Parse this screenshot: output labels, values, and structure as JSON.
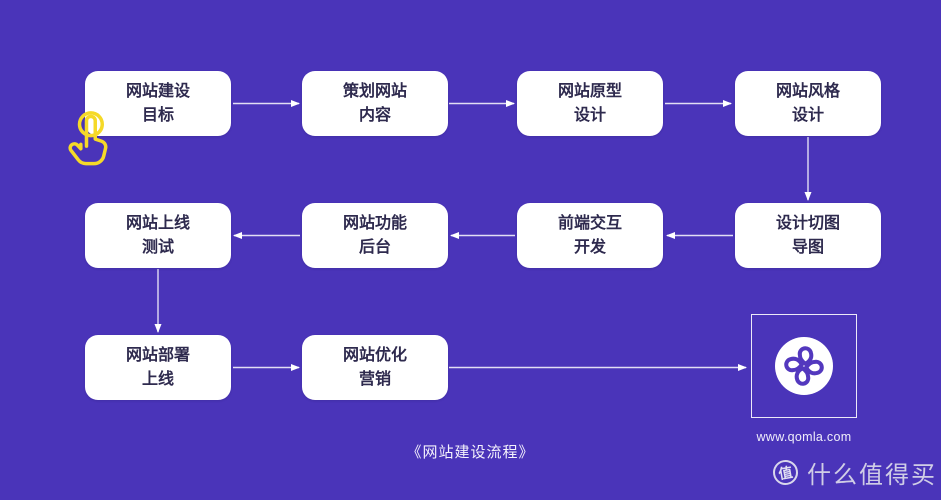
{
  "flow": {
    "caption": "《网站建设流程》",
    "nodes": [
      {
        "line1": "网站建设",
        "line2": "目标"
      },
      {
        "line1": "策划网站",
        "line2": "内容"
      },
      {
        "line1": "网站原型",
        "line2": "设计"
      },
      {
        "line1": "网站风格",
        "line2": "设计"
      },
      {
        "line1": "设计切图",
        "line2": "导图"
      },
      {
        "line1": "前端交互",
        "line2": "开发"
      },
      {
        "line1": "网站功能",
        "line2": "后台"
      },
      {
        "line1": "网站上线",
        "line2": "测试"
      },
      {
        "line1": "网站部署",
        "line2": "上线"
      },
      {
        "line1": "网站优化",
        "line2": "营销"
      }
    ],
    "edges": [
      {
        "from": "网站建设目标",
        "to": "策划网站内容"
      },
      {
        "from": "策划网站内容",
        "to": "网站原型设计"
      },
      {
        "from": "网站原型设计",
        "to": "网站风格设计"
      },
      {
        "from": "网站风格设计",
        "to": "设计切图导图"
      },
      {
        "from": "设计切图导图",
        "to": "前端交互开发"
      },
      {
        "from": "前端交互开发",
        "to": "网站功能后台"
      },
      {
        "from": "网站功能后台",
        "to": "网站上线测试"
      },
      {
        "from": "网站上线测试",
        "to": "网站部署上线"
      },
      {
        "from": "网站部署上线",
        "to": "网站优化营销"
      },
      {
        "from": "网站优化营销",
        "to": "qomla-logo"
      }
    ],
    "website_url": "www.qomla.com"
  },
  "icons": {
    "tap_hand": "tap-hand-icon (yellow click gesture)",
    "qomla_logo": "qomla-clover-logo-icon",
    "watermark_badge": "zhi-coin-icon"
  },
  "watermark": {
    "badge_char": "值",
    "label": "什么值得买"
  },
  "colors": {
    "background": "#4A34B9",
    "node_fill": "#FFFFFF",
    "node_text": "#2E2A4E",
    "connector": "#E2DEF4",
    "highlight_yellow": "#F5D928",
    "logo_purple": "#5338BE",
    "watermark_text": "#E2E2EC"
  }
}
